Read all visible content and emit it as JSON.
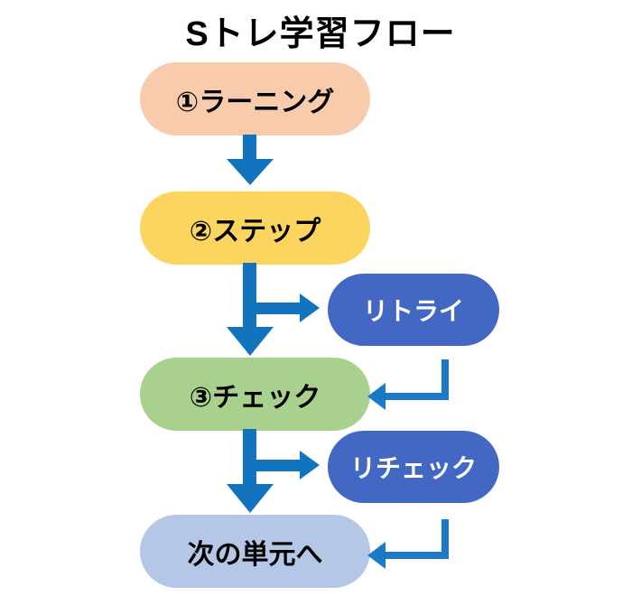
{
  "title": "Sトレ学習フロー",
  "nodes": {
    "learning": {
      "label": "①ラーニング",
      "color": "#F8CBAD"
    },
    "step": {
      "label": "②ステップ",
      "color": "#FBD55E"
    },
    "retry": {
      "label": "リトライ",
      "color": "#4368C4"
    },
    "check": {
      "label": "③チェック",
      "color": "#A9D18E"
    },
    "recheck": {
      "label": "リチェック",
      "color": "#4368C4"
    },
    "next_unit": {
      "label": "次の単元へ",
      "color": "#B4C7E7"
    }
  },
  "edges": [
    {
      "from": "learning",
      "to": "step"
    },
    {
      "from": "step",
      "to": "check"
    },
    {
      "from": "step",
      "to": "retry"
    },
    {
      "from": "retry",
      "to": "check"
    },
    {
      "from": "check",
      "to": "next_unit"
    },
    {
      "from": "check",
      "to": "recheck"
    },
    {
      "from": "recheck",
      "to": "next_unit"
    }
  ],
  "colors": {
    "arrow": "#1273BF",
    "elbow_line": "#1B79C8",
    "main_text": "#000000",
    "side_text": "#FFFFFF",
    "background": "#FFFFFF"
  }
}
